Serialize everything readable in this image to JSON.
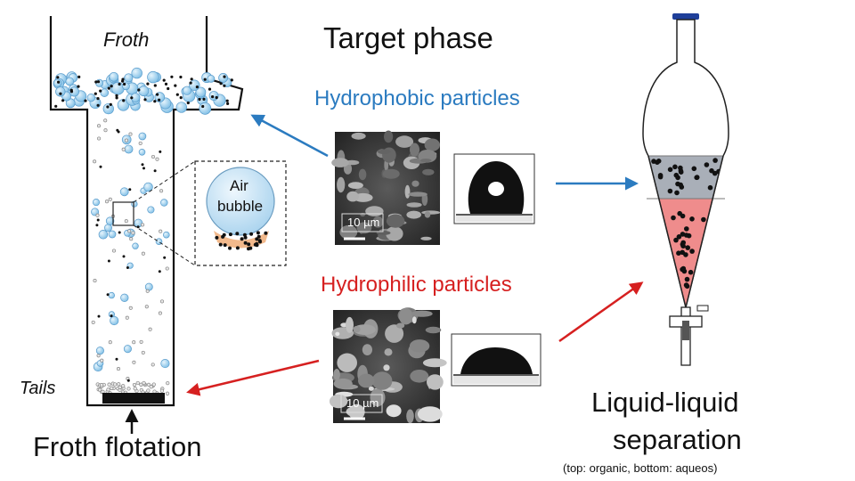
{
  "labels": {
    "froth": "Froth",
    "tails": "Tails",
    "froth_flotation": "Froth flotation",
    "target_phase": "Target phase",
    "hydrophobic": "Hydrophobic particles",
    "hydrophilic": "Hydrophilic particles",
    "air_bubble_line1": "Air",
    "air_bubble_line2": "bubble",
    "scale_bar_top": "10 µm",
    "scale_bar_bottom": "10 µm",
    "separation_line1": "Liquid-liquid",
    "separation_line2": "separation",
    "separation_note": "(top: organic, bottom: aqueos)"
  },
  "colors": {
    "hydrophobic_blue": "#2b7bc0",
    "hydrophilic_red": "#d62020",
    "bubble_blue": "#a9d6f0",
    "organic_phase": "#a9afb8",
    "aqueous_phase": "#ef8c8c",
    "stopper": "#1f3f9a"
  },
  "icons": {
    "arrows": [
      "arrow-to-froth-icon",
      "arrow-to-funnel-top-icon",
      "arrow-to-funnel-bottom-icon",
      "arrow-to-tails-icon",
      "feed-arrow-icon"
    ]
  }
}
